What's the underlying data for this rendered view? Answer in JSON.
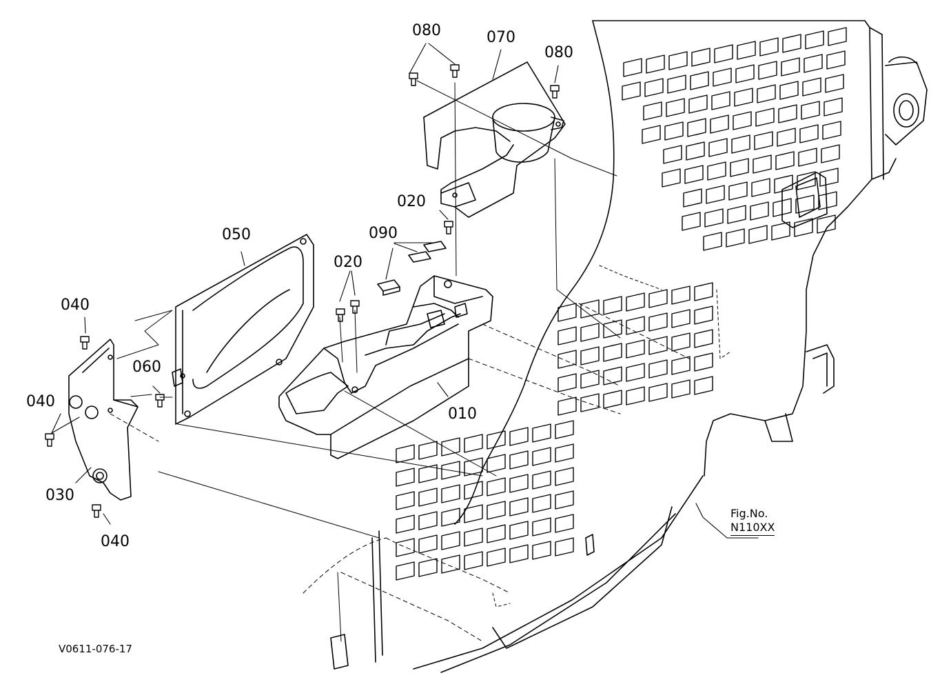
{
  "diagram": {
    "callouts": [
      {
        "id": "080a",
        "text": "080"
      },
      {
        "id": "070",
        "text": "070"
      },
      {
        "id": "080b",
        "text": "080"
      },
      {
        "id": "020a",
        "text": "020"
      },
      {
        "id": "090",
        "text": "090"
      },
      {
        "id": "050",
        "text": "050"
      },
      {
        "id": "020b",
        "text": "020"
      },
      {
        "id": "040a",
        "text": "040"
      },
      {
        "id": "060",
        "text": "060"
      },
      {
        "id": "040b",
        "text": "040"
      },
      {
        "id": "010",
        "text": "010"
      },
      {
        "id": "030",
        "text": "030"
      },
      {
        "id": "040c",
        "text": "040"
      }
    ],
    "fig_ref": {
      "line1": "Fig.No.",
      "line2": "N110XX"
    },
    "drawing_code": "V0611-076-17",
    "colors": {
      "ink": "#000000",
      "paper": "#ffffff"
    }
  }
}
